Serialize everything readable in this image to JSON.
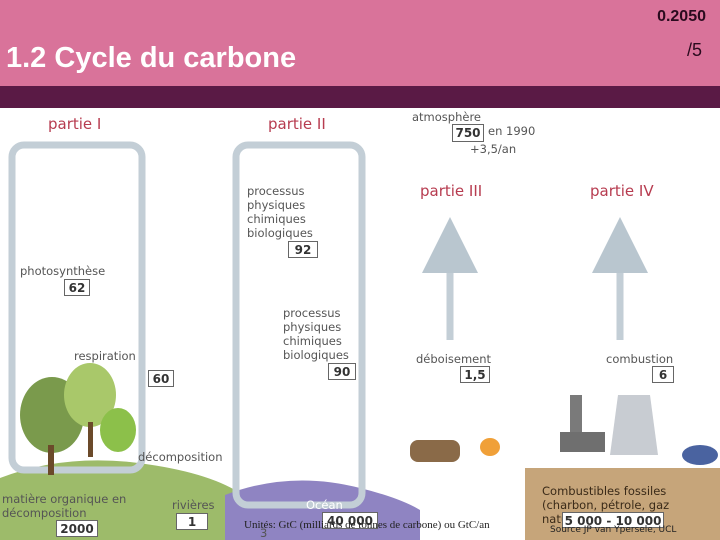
{
  "header": {
    "title": "1.2 Cycle du carbone",
    "code": "0.2050",
    "page": "/5"
  },
  "diagram": {
    "parts": [
      "partie I",
      "partie II",
      "partie III",
      "partie IV"
    ],
    "atmosphere": {
      "label": "atmosphère",
      "value": "750",
      "year": "en 1990",
      "rate": "+3,5/an"
    },
    "photosynthese": {
      "label": "photosynthèse",
      "value": "62"
    },
    "respiration": {
      "label": "respiration",
      "value": "60"
    },
    "decomposition": {
      "label": "décomposition"
    },
    "matiere": {
      "label": "matière organique en décomposition",
      "value": "2000"
    },
    "rivieres": {
      "label": "rivières",
      "value": "1"
    },
    "processus_up": {
      "label": "processus physiques chimiques biologiques",
      "value": "92"
    },
    "processus_down": {
      "label": "processus physiques chimiques biologiques",
      "value": "90"
    },
    "ocean": {
      "label": "Océan",
      "value": "40 000",
      "extra": "3"
    },
    "deboisement": {
      "label": "déboisement",
      "value": "1,5"
    },
    "combustion": {
      "label": "combustion",
      "value": "6"
    },
    "fossiles": {
      "label": "Combustibles fossiles (charbon, pétrole, gaz naturel)",
      "value": "5 000 - 10 000"
    }
  },
  "caption": "Unités: GtC (milliards de tonnes de carbone) ou GtC/an",
  "source": "Source JP van Ypersele, UCL"
}
